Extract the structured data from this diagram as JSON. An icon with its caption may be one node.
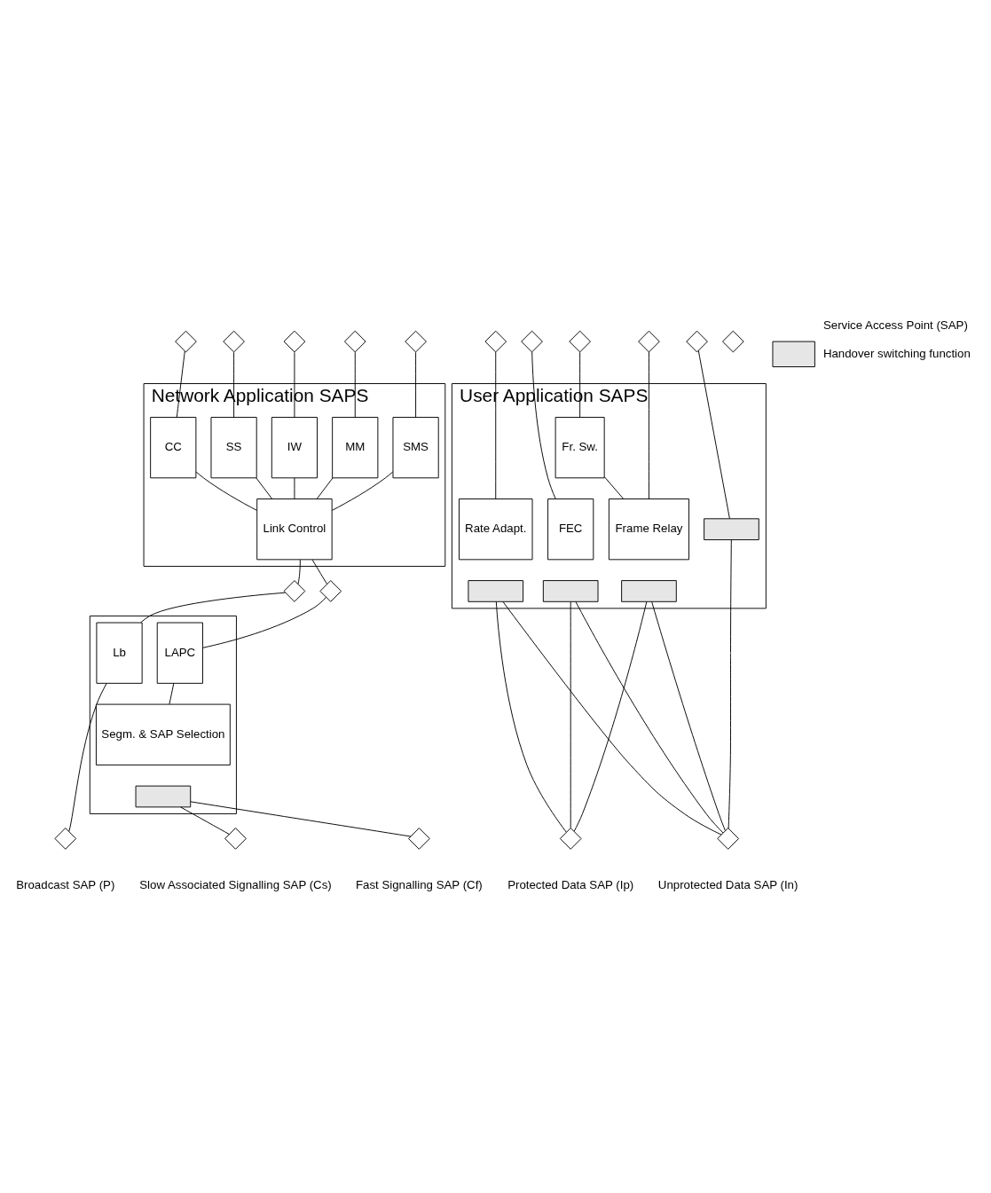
{
  "diagram": {
    "nodes": [
      {
        "text": [
          "Network Application SAPS"
        ]
      },
      {
        "text": [
          "CC"
        ],
        "in": 0
      },
      {
        "text": [
          "SS"
        ],
        "in": 0
      },
      {
        "text": [
          "IW"
        ],
        "in": 0
      },
      {
        "text": [
          "MM"
        ],
        "in": 0
      },
      {
        "text": [
          "SMS"
        ],
        "in": 0
      },
      {
        "text": [
          "Link Control"
        ],
        "in": 0
      },
      {
        "text": [],
        "shape": "box"
      },
      {
        "text": [
          "Lb"
        ],
        "in": 7
      },
      {
        "text": [
          "LAPC"
        ],
        "in": 7
      },
      {
        "text": [
          "Segm. & SAP Selection"
        ],
        "in": 7
      },
      {
        "text": [],
        "shape": "box",
        "in": 7
      },
      {
        "text": [
          "User Application SAPS"
        ]
      },
      {
        "text": [
          "Fr. Sw."
        ],
        "in": 12
      },
      {
        "text": [
          "FEC"
        ],
        "in": 12
      },
      {
        "text": [
          "Rate Adapt."
        ],
        "in": 12
      },
      {
        "text": [
          "Frame Relay"
        ],
        "in": 12
      },
      {
        "text": [],
        "shape": "box",
        "in": 12
      },
      {
        "text": [],
        "shape": "box",
        "in": 12
      },
      {
        "text": [],
        "shape": "box",
        "in": 12
      },
      {
        "text": [],
        "shape": "box",
        "in": 12
      },
      {
        "text": [],
        "shape": "diamond"
      },
      {
        "text": [],
        "shape": "diamond"
      },
      {
        "text": [],
        "shape": "diamond"
      },
      {
        "text": [],
        "shape": "diamond"
      },
      {
        "text": [],
        "shape": "diamond"
      },
      {
        "text": [],
        "shape": "diamond"
      },
      {
        "text": [],
        "shape": "diamond"
      },
      {
        "text": [],
        "shape": "diamond"
      },
      {
        "text": [],
        "shape": "diamond"
      },
      {
        "text": [],
        "shape": "diamond"
      },
      {
        "text": [],
        "shape": "diamond"
      },
      {
        "text": [],
        "shape": "diamond"
      },
      {
        "text": [],
        "shape": "diamond",
        "beside": [
          "Broadcast SAP (P)"
        ]
      },
      {
        "text": [],
        "shape": "diamond",
        "beside": [
          "Slow Associated Signalling SAP (Cs)"
        ]
      },
      {
        "text": [],
        "shape": "diamond",
        "beside": [
          "Fast Signalling SAP (Cf)"
        ]
      },
      {
        "text": [],
        "shape": "diamond",
        "beside": [
          "Protected Data SAP (Ip)"
        ]
      },
      {
        "text": [],
        "shape": "diamond",
        "beside": [
          "Unprotected Data SAP (In)"
        ]
      },
      {
        "text": [],
        "shape": "diamond"
      }
    ],
    "edges": [
      {
        "from": 21,
        "to": 1,
        "arrow": "none"
      },
      {
        "from": 22,
        "to": 2,
        "arrow": "none"
      },
      {
        "from": 23,
        "to": 3,
        "arrow": "none"
      },
      {
        "from": 24,
        "to": 4,
        "arrow": "none"
      },
      {
        "from": 25,
        "to": 5,
        "arrow": "none"
      },
      {
        "from": 1,
        "to": 6,
        "arrow": "none"
      },
      {
        "from": 2,
        "to": 6,
        "arrow": "none"
      },
      {
        "from": 3,
        "to": 6,
        "arrow": "none"
      },
      {
        "from": 4,
        "to": 6,
        "arrow": "none"
      },
      {
        "from": 5,
        "to": 6,
        "arrow": "none"
      },
      {
        "from": 6,
        "to": 26,
        "arrow": "none"
      },
      {
        "from": 6,
        "to": 27,
        "arrow": "none"
      },
      {
        "from": 26,
        "to": 8,
        "arrow": "none"
      },
      {
        "from": 27,
        "to": 9,
        "arrow": "none"
      },
      {
        "from": 8,
        "to": 33,
        "arrow": "none"
      },
      {
        "from": 9,
        "to": 10,
        "arrow": "none"
      },
      {
        "from": 11,
        "to": 34,
        "arrow": "none"
      },
      {
        "from": 11,
        "to": 35,
        "arrow": "none"
      },
      {
        "from": 28,
        "to": 14,
        "arrow": "none"
      },
      {
        "from": 29,
        "to": 15,
        "arrow": "none"
      },
      {
        "from": 30,
        "to": 13,
        "arrow": "none"
      },
      {
        "from": 13,
        "to": 16,
        "arrow": "none"
      },
      {
        "from": 31,
        "to": 16,
        "arrow": "none"
      },
      {
        "from": 32,
        "to": 20,
        "arrow": "none"
      },
      {
        "from": 17,
        "to": 36,
        "arrow": "none"
      },
      {
        "from": 18,
        "to": 36,
        "arrow": "none"
      },
      {
        "from": 19,
        "to": 36,
        "arrow": "none"
      },
      {
        "from": 17,
        "to": 37,
        "arrow": "none"
      },
      {
        "from": 18,
        "to": 37,
        "arrow": "none"
      },
      {
        "from": 19,
        "to": 37,
        "arrow": "none"
      },
      {
        "from": 20,
        "to": 37,
        "arrow": "none"
      }
    ],
    "legend": [
      {
        "text": "Service Access Point (SAP)"
      },
      {
        "text": "Handover switching function"
      }
    ]
  }
}
